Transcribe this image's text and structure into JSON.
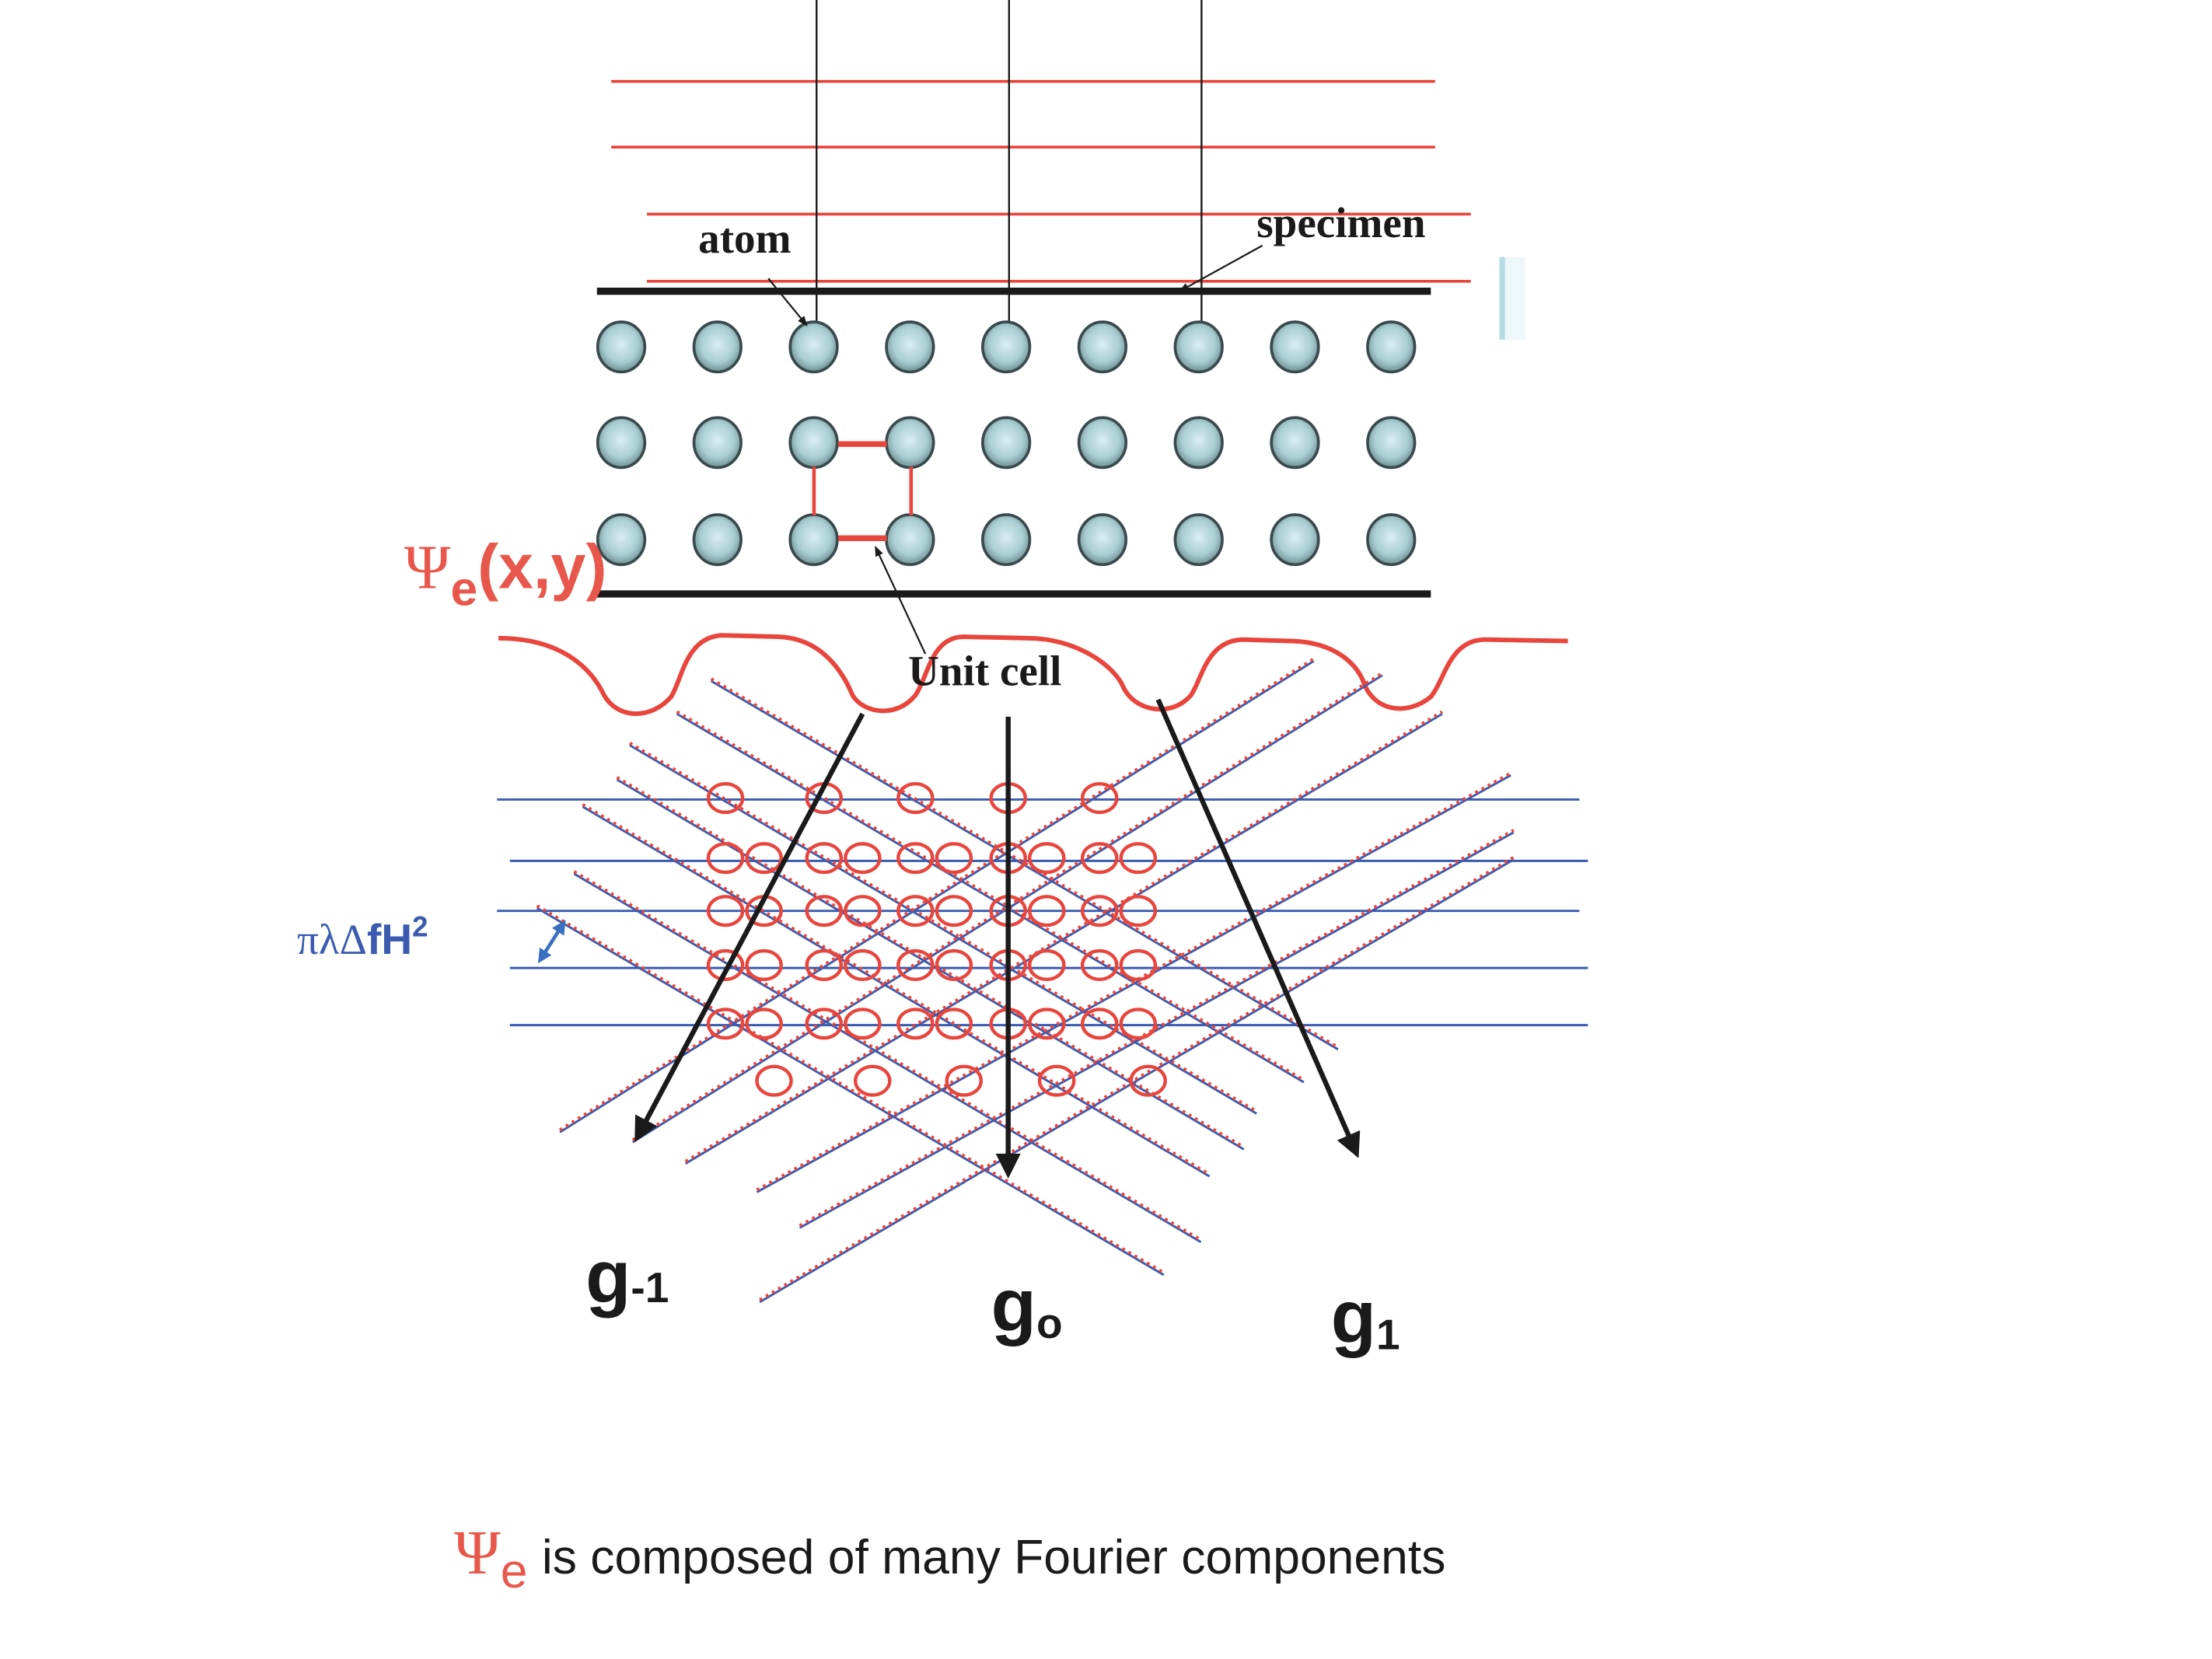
{
  "colors": {
    "red": "#e8453c",
    "blue": "#3a5bb0",
    "black": "#1a1a1a",
    "atom_fill": "#a9cdd3",
    "atom_stroke": "#3a4a4c",
    "light_blue_bar": "#b5dbe4"
  },
  "labels": {
    "atom": "atom",
    "specimen": "specimen",
    "unit_cell": "Unit cell",
    "psi_symbol": "Ψ",
    "psi_subscript": "e",
    "psi_args": "(x,y)",
    "defocus_greek": "πλΔ",
    "defocus_rest": "fH",
    "defocus_sup": "2",
    "g_minus1_base": "g",
    "g_minus1_sub": "-1",
    "g0_base": "g",
    "g0_sub": "o",
    "g1_base": "g",
    "g1_sub": "1",
    "caption_symbol": "Ψ",
    "caption_subscript": "e",
    "caption_text": "is composed of many Fourier components"
  },
  "lattice": {
    "columns": 9,
    "rows": 3,
    "incident_beams": 3,
    "unit_cell_highlight": {
      "column": 3,
      "row_from": 2,
      "row_to": 3
    }
  },
  "interference": {
    "circle_rows": [
      {
        "count": 5,
        "paired": false
      },
      {
        "count": 5,
        "paired": true
      },
      {
        "count": 5,
        "paired": true
      },
      {
        "count": 5,
        "paired": true
      },
      {
        "count": 5,
        "paired": true
      },
      {
        "count": 5,
        "paired": false,
        "offset": true
      }
    ],
    "diffracted_beams": [
      "g-1",
      "g0",
      "g1"
    ]
  }
}
